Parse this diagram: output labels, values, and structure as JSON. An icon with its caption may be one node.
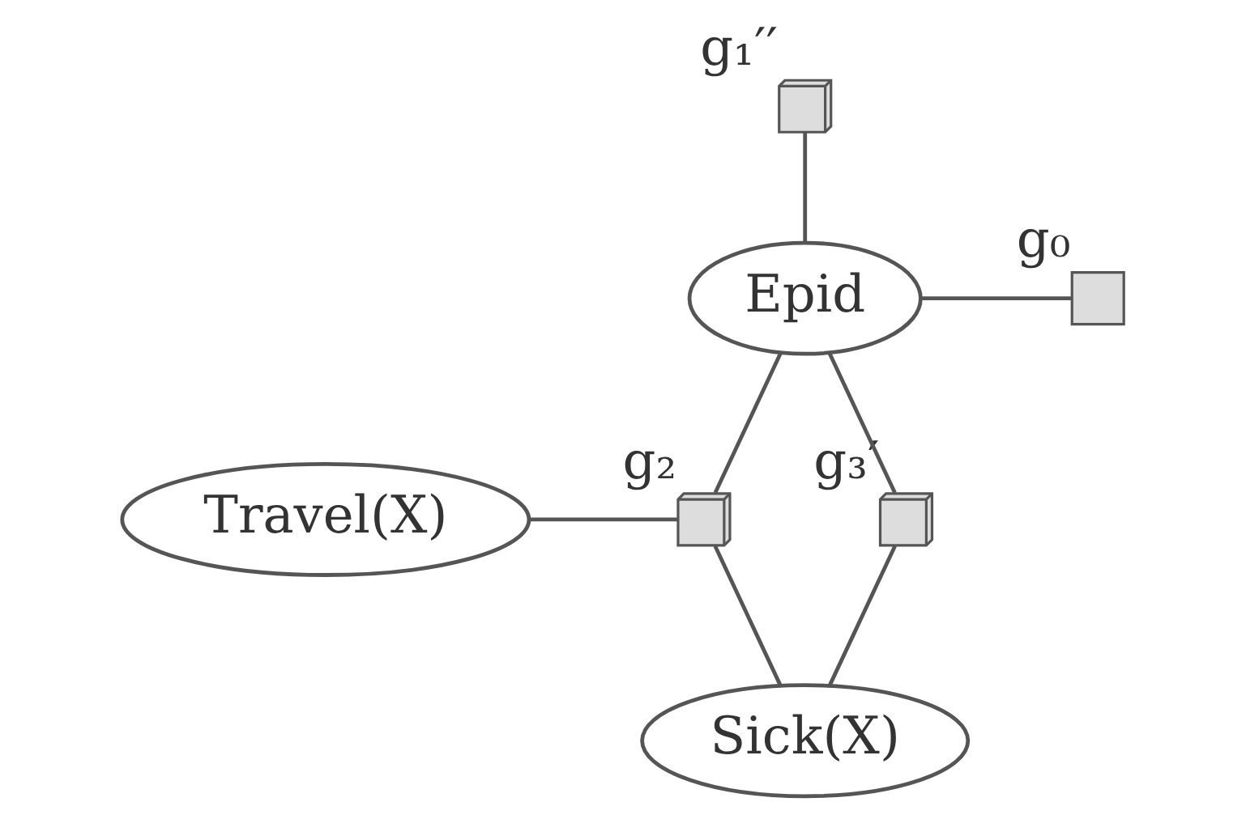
{
  "diagram": {
    "nodes": [
      {
        "text": [],
        "shape": "box",
        "beside": [
          "g₁′′"
        ]
      },
      {
        "text": [
          "Epid"
        ]
      },
      {
        "text": [],
        "shape": "box",
        "beside": [
          "g₀"
        ]
      },
      {
        "text": [
          "Travel(X)"
        ]
      },
      {
        "text": [],
        "shape": "box",
        "beside": [
          "g₂"
        ]
      },
      {
        "text": [],
        "shape": "box",
        "beside": [
          "g₃′"
        ]
      },
      {
        "text": [
          "Sick(X)"
        ]
      }
    ],
    "edges": [
      {
        "from": 0,
        "to": 1,
        "arrow": "none"
      },
      {
        "from": 1,
        "to": 2,
        "arrow": "none"
      },
      {
        "from": 1,
        "to": 4,
        "arrow": "none"
      },
      {
        "from": 1,
        "to": 5,
        "arrow": "none"
      },
      {
        "from": 3,
        "to": 4,
        "arrow": "none"
      },
      {
        "from": 4,
        "to": 6,
        "arrow": "none"
      },
      {
        "from": 5,
        "to": 6,
        "arrow": "none"
      }
    ]
  }
}
